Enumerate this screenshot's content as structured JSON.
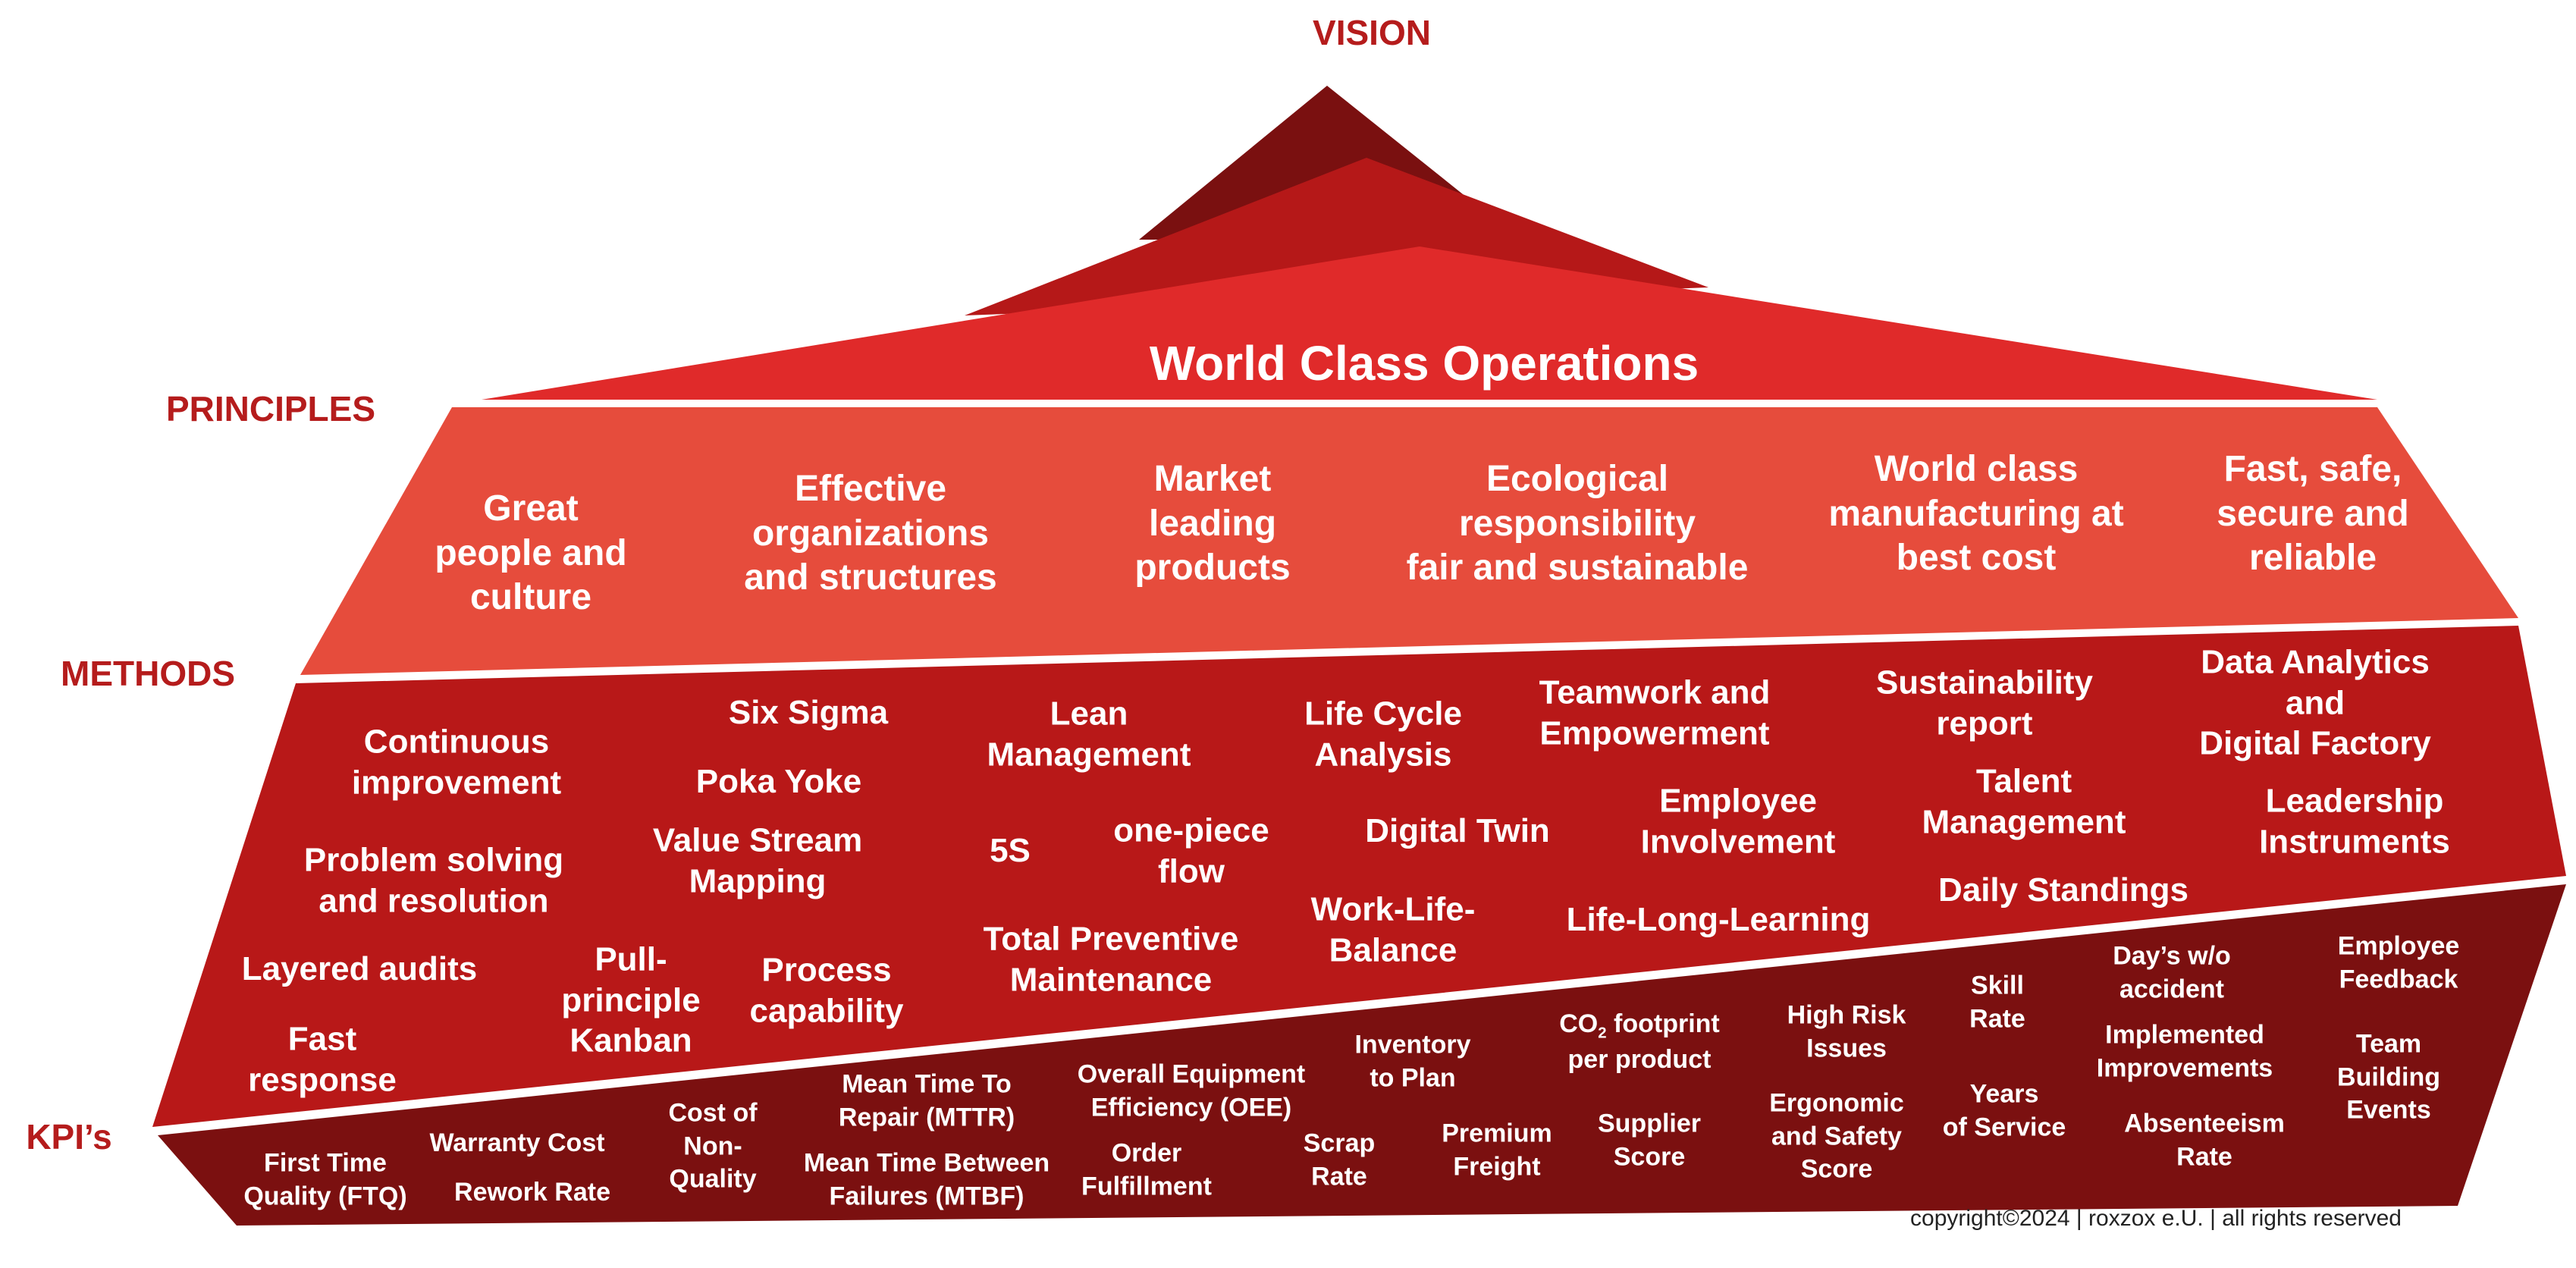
{
  "labels": {
    "vision": "VISION",
    "principles": "PRINCIPLES",
    "methods": "METHODS",
    "kpis": "KPI’s"
  },
  "title": "World Class Operations",
  "colors": {
    "label": "#b51c1c",
    "tip": "#7a1010",
    "mid": "#b51818",
    "top": "#e02a2a",
    "principles": "#e64c3c",
    "methods": "#b81818",
    "kpis": "#7b1010"
  },
  "principles": [
    "Great\npeople and\nculture",
    "Effective\norganizations\nand structures",
    "Market\nleading\nproducts",
    "Ecological\nresponsibility\nfair and sustainable",
    "World class\nmanufacturing at\nbest cost",
    "Fast, safe,\nsecure and\nreliable"
  ],
  "methods": [
    "Continuous\nimprovement",
    "Problem solving\nand resolution",
    "Layered audits",
    "Fast\nresponse",
    "Six Sigma",
    "Poka Yoke",
    "Value Stream\nMapping",
    "Pull-\nprinciple\nKanban",
    "Process\ncapability",
    "Lean\nManagement",
    "5S",
    "one-piece\nflow",
    "Total Preventive\nMaintenance",
    "Life Cycle\nAnalysis",
    "Digital Twin",
    "Work-Life-\nBalance",
    "Teamwork and\nEmpowerment",
    "Employee\nInvolvement",
    "Life-Long-Learning",
    "Sustainability\nreport",
    "Talent\nManagement",
    "Daily Standings",
    "Data Analytics and\nDigital Factory",
    "Leadership\nInstruments"
  ],
  "kpis": [
    "First Time\nQuality (FTQ)",
    "Warranty Cost",
    "Rework Rate",
    "Cost of\nNon-\nQuality",
    "Mean Time To\nRepair (MTTR)",
    "Mean Time Between\nFailures (MTBF)",
    "Overall Equipment\nEfficiency (OEE)",
    "Order\nFulfillment",
    "Scrap\nRate",
    "Inventory\nto Plan",
    "Premium\nFreight",
    "Supplier\nScore",
    "High Risk\nIssues",
    "Ergonomic\nand Safety\nScore",
    "Skill\nRate",
    "Years\nof Service",
    "Day’s w/o\naccident",
    "Implemented\nImprovements",
    "Absenteeism\nRate",
    "Employee\nFeedback",
    "Team\nBuilding\nEvents"
  ],
  "co2": {
    "a": "CO",
    "sub": "2",
    "b": " footprint",
    "c": "per product"
  },
  "copyright": "copyright©2024 | roxzox e.U. | all rights reserved"
}
